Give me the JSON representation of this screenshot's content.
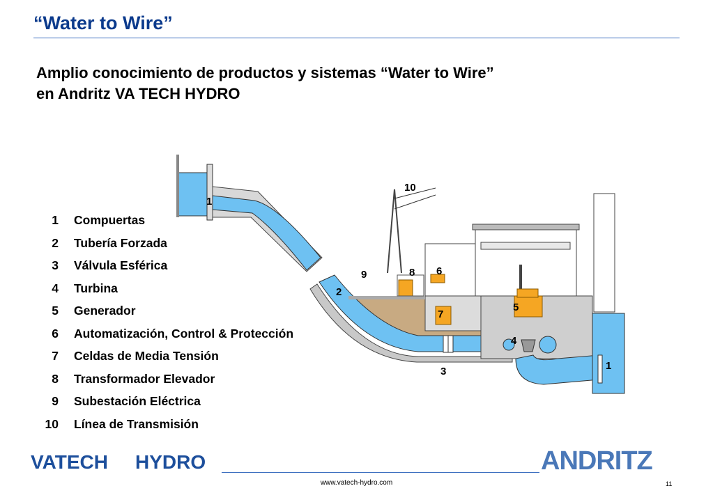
{
  "header": {
    "title": "“Water to Wire”",
    "subtitle_line1": "Amplio conocimiento de productos y sistemas “Water to Wire”",
    "subtitle_line2": "en Andritz VA TECH HYDRO"
  },
  "legend": [
    {
      "num": "1",
      "label": "Compuertas"
    },
    {
      "num": "2",
      "label": "Tubería Forzada"
    },
    {
      "num": "3",
      "label": "Válvula Esférica"
    },
    {
      "num": "4",
      "label": "Turbina"
    },
    {
      "num": "5",
      "label": "Generador"
    },
    {
      "num": "6",
      "label": "Automatización, Control & Protección"
    },
    {
      "num": "7",
      "label": "Celdas de Media Tensión"
    },
    {
      "num": "8",
      "label": "Transformador Elevador"
    },
    {
      "num": "9",
      "label": "Subestación Eléctrica"
    },
    {
      "num": "10",
      "label": "Línea de Transmisión"
    }
  ],
  "diagram_labels": {
    "gate_intake": "1",
    "penstock": "2",
    "valve": "3",
    "turbine": "4",
    "generator": "5",
    "control": "6",
    "switchgear": "7",
    "transformer": "8",
    "substation": "9",
    "line": "10",
    "gate_outlet": "1"
  },
  "colors": {
    "water": "#6ec1f2",
    "ground": "#c8aa82",
    "equipment": "#f5a623",
    "concrete": "#b8b8b8",
    "brand_blue": "#1d4f9c"
  },
  "footer": {
    "url": "www.vatech-hydro.com",
    "page": "11",
    "logo_left_a": "VATECH",
    "logo_left_b": "HYDRO",
    "logo_right": "ANDRITZ"
  }
}
